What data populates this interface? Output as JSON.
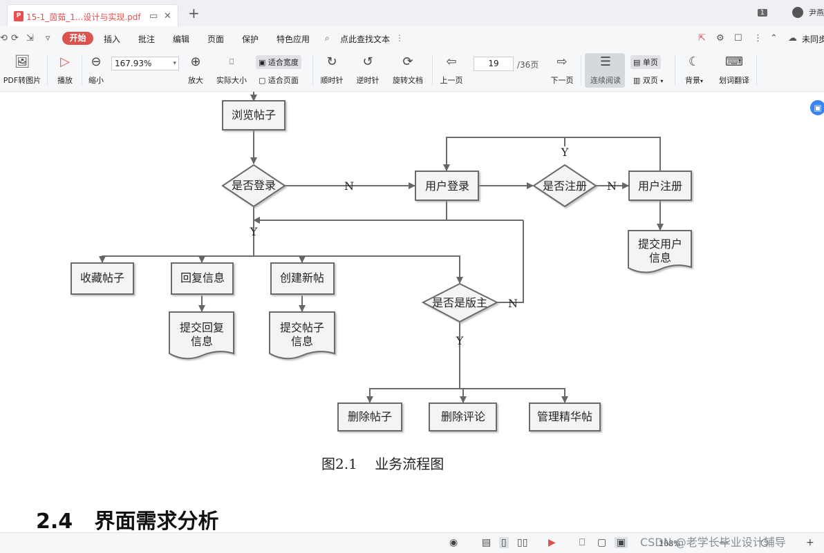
{
  "tab": {
    "title": "15-1_茵茹_1...设计与实现.pdf",
    "pdf_badge": "P",
    "pin_icon": "▭",
    "close_icon": "✕"
  },
  "newtab": {
    "label": "+"
  },
  "window": {
    "badge": "1",
    "user": "尹燕"
  },
  "menu": {
    "quick": [
      "⟲",
      "⇲",
      "⟳",
      "▿"
    ],
    "start": "开始",
    "items": [
      "插入",
      "批注",
      "编辑",
      "页面",
      "保护",
      "特色应用"
    ],
    "search": "点此查找文本",
    "sync": "未同步"
  },
  "toolbar": {
    "pdf2img": "PDF转图片",
    "play": "播放",
    "zoom_out": "缩小",
    "zoom_value": "167.93%",
    "zoom_in": "放大",
    "actual_size": "实际大小",
    "fit_width": "适合宽度",
    "fit_page": "适合页面",
    "clockwise": "顺时针",
    "counterclockwise": "逆时针",
    "rotate_doc": "旋转文档",
    "prev_page": "上一页",
    "page_current": "19",
    "page_total": "/36页",
    "next_page": "下一页",
    "continuous": "连续阅读",
    "single": "单页",
    "double": "双页",
    "background": "背景",
    "translate": "划词翻译"
  },
  "diagram": {
    "browse": "浏览帖子",
    "is_logged_in": "是否登录",
    "user_login": "用户登录",
    "is_registered": "是否注册",
    "user_register": "用户注册",
    "submit_user_info_1": "提交用户",
    "submit_user_info_2": "信息",
    "favorite": "收藏帖子",
    "reply": "回复信息",
    "create": "创建新帖",
    "submit_reply_1": "提交回复",
    "submit_reply_2": "信息",
    "submit_post_1": "提交帖子",
    "submit_post_2": "信息",
    "is_moderator": "是否是版主",
    "delete_post": "删除帖子",
    "delete_comment": "删除评论",
    "manage_featured": "管理精华帖",
    "yes": "Y",
    "no": "N"
  },
  "caption": "图2.1    业务流程图",
  "heading": "2.4   界面需求分析",
  "status": {
    "zoom": "168%",
    "watermark": "CSDN @老学长毕业设计辅导"
  }
}
